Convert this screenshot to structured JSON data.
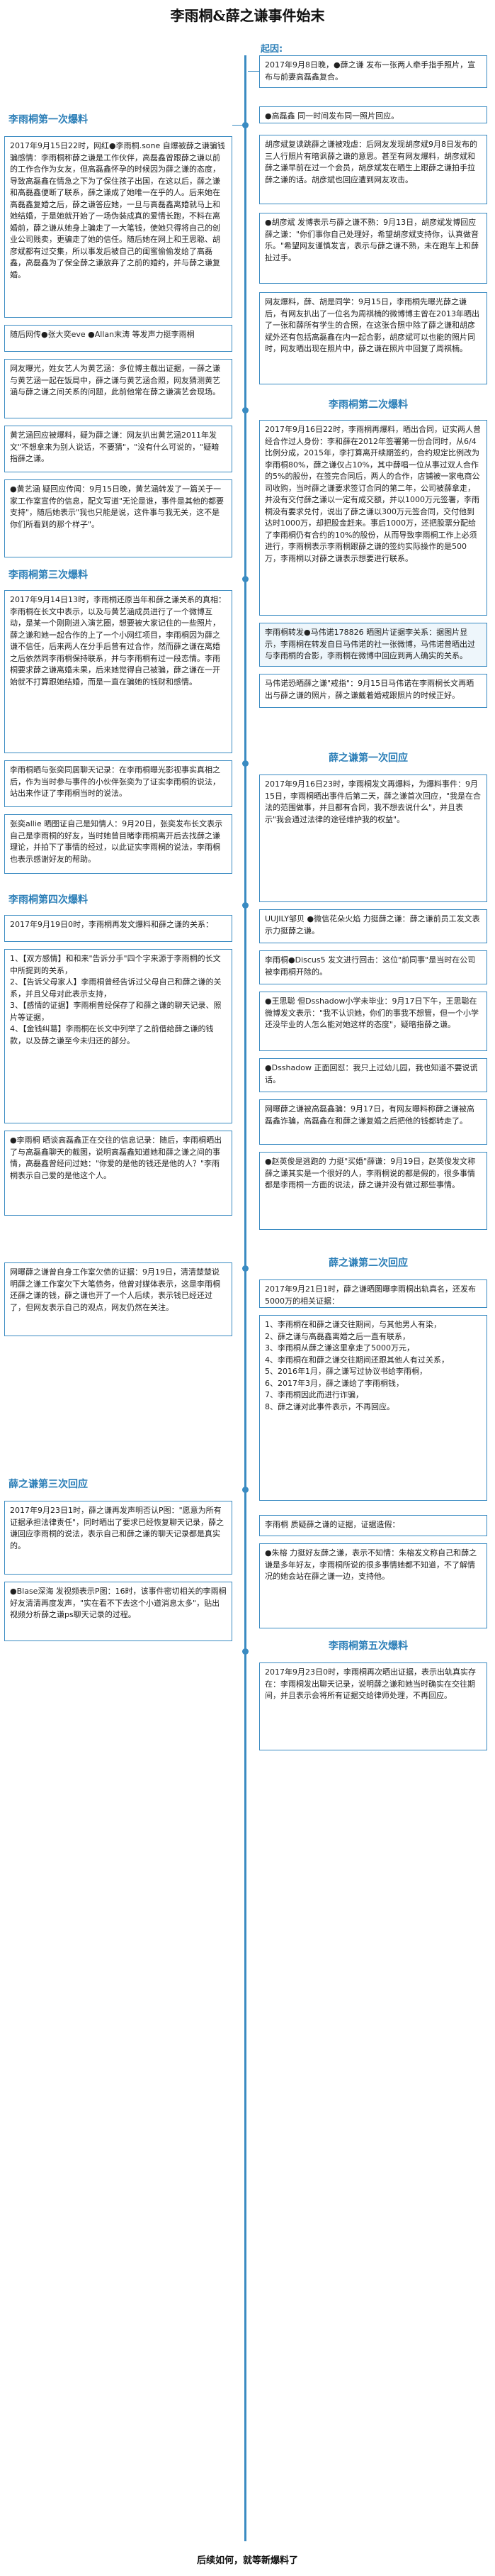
{
  "title": "李雨桐&薛之谦事件始末",
  "start_label": "起因:",
  "footer": "后续如何，就等新爆料了",
  "sections": {
    "s1": "李雨桐第一次爆料",
    "s2": "李雨桐第二次爆料",
    "s3": "李雨桐第三次爆料",
    "s4": "薛之谦第一次回应",
    "s5": "李雨桐第四次爆料",
    "s6": "薛之谦第二次回应",
    "s7": "薛之谦第三次回应",
    "s8": "李雨桐第五次爆料"
  },
  "cards": {
    "r1": "2017年9月8日晚，●薛之谦 发布一张两人牵手指手照片，宣布与前妻高磊鑫复合。",
    "r2": "●高磊鑫 同一时间发布同一照片回应。",
    "r3": "胡彦斌复读跳薛之谦被戏虐：后网友发现胡彦斌9月8日发布的三人行照片有暗讽薛之谦的意思。甚至有网友爆料，胡彦斌和薛之谦早前在过一个会员，胡彦斌发在晒生上跟薛之谦拍手拉薛之谦的话。胡彦斌也回应遭到网友攻击。",
    "r4": "●胡彦斌 发博表示与薛之谦不熟：9月13日，胡彦斌发博回应薛之谦：\"你们事你自己处理好，希望胡彦斌支持你，认真做音乐。\"希望网友谨慎发言，表示与薛之谦不熟，未在跑车上和薛扯过手。",
    "r5": "网友爆料，薛、胡是同学：9月15日，李雨桐先曝光薛之谦后，有网友扒出了一位名为周祺楠的微博博主曾在2013年晒出了一张和薛所有学生的合照，在这张合照中除了薛之谦和胡彦斌外还有包括高磊鑫在内一起合影，胡彦斌可以也能的照片同时，网友晒出现在照片中，薛之谦在照片中回复了周祺楠。",
    "r6": "2017年9月16日22时，李雨桐再爆料，晒出合同，证实两人曾经合作过人身份：李和薛在2012年签署第一份合同时，从6/4比例分成，2015年，李打算离开续期签约，合约规定比例改为李雨桐80%，薛之谦仅占10%，其中薛唱一位从事过双人合作的5%的股份，在签完合同后，两人的合作，店铺被一家电商公司收购，当时薛之谦要求签订合同的第二年，公司被薛拿走，并没有交付薛之谦以一定有成交额，并以1000万元签署，李雨桐没有要求兑付，说出了薛之谦以300万元签合同，交付他到达时1000万，却把股金赶来。事后1000万，还把股票分配给了李雨桐仍有合约的10%的股份，从而导致李雨桐工作上必须进行，李雨桐表示李雨桐跟薛之谦的签约实际操作的是500万，李雨桐以对薛之谦表示想要进行联系。",
    "r7": "李雨桐转发●马伟诺178826 晒图片证据李关系：据图片显示，李雨桐在转发自日马伟诺的社一张微博，马伟诺曾晒出过与李雨桐的合影，李雨桐在微博中回应到两人确实的关系。",
    "r8": "马伟诺恐晒薛之谦\"戒指\"：9月15日马伟诺在李雨桐长文再晒出与薛之谦的照片，薛之谦戴着婚戒跟照片的时候正好。",
    "l1": "2017年9月15日22时，网红●李雨桐.sone 自爆被薛之谦骗钱骗感情：李雨桐称薛之谦是工作伙伴，高磊鑫曾跟薛之谦以前的工作合作为女友，但高磊鑫怀孕的时候因为薛之谦的态度，导致高磊鑫在情急之下为了保住孩子出国，在这以后，薛之谦和高磊鑫便断了联系，薛之谦成了她唯一在乎的人。后来她在高磊鑫复婚之后，薛之谦答应她，一旦与高磊鑫离婚就马上和她结婚，于是她就开始了一场伪装成真的爱情长跑，不料在离婚前，薛之谦从她身上骗走了一大笔钱，使她只得将自己的创业公司贱卖，更骗走了她的信任。随后她在网上和王思聪、胡彦斌都有过交集，所以事发后被自己的闺蜜偷偷发给了高磊鑫，高磊鑫为了保全薛之谦放弃了之前的婚约，并与薛之谦复婚。",
    "l2": "随后网传●张大奕eve ●Allan末涛 等发声力挺李雨桐",
    "l3": "网友曝光，姓女艺人为黄艺涵：多位博主截出证据，一薛之谦与黄艺涵一起在饭局中，薛之谦与黄艺涵合照，网友猜测黄艺涵与薛之谦之间关系的问题，此前他常在薛之谦演艺会现场。",
    "l4": "黄艺涵回应被爆料，疑为薛之谦：网友扒出黄艺涵2011年发文\"不想拿来为别人说话，不要猜\"，\"没有什么可说的，\"疑暗指薛之谦。",
    "l5": "●黄艺涵 疑回应传闻：9月15日晚，黄艺涵转发了一篇关于一家工作室宣传的信息，配文写道\"无论是谁，事件是其他的都要支持\"，随后她表示\"我也只能是说，这件事与我无关，这不是你们所看到的那个样子\"。",
    "l6": "2017年9月14日13时，李雨桐还原当年和薛之谦关系的真相：李雨桐在长文中表示，以及与黄艺涵成员进行了一个微博互动，是某一个刚刚进入演艺圈，想要被大家记住的一些照片，薛之谦和她一起合作的上了一个小网红项目，李雨桐因为薛之谦不信任，后来两人在分手后曾有过合作，然而薛之谦在离婚之后依然同李雨桐保持联系，并与李雨桐有过一段恋情。李雨桐要求薛之谦离婚未果，后来她觉得自己被骗，薛之谦在一开始就不打算跟她结婚，而是一直在骗她的钱财和感情。",
    "l7": "李雨桐晒与张奕同居聊天记录：在李雨桐曝光影视事实真相之后，作为当时参与事件的小伙伴张奕为了证实李雨桐的说法，站出来作证了李雨桐当时的说法。",
    "l8": "张奕allie 晒图证自己是知情人：9月20日，张奕发布长文表示自己是李雨桐的好友，当时她曾目睹李雨桐离开后去找薛之谦理论，并拍下了事情的经过，以此证实李雨桐的说法，李雨桐也表示感谢好友的帮助。",
    "l9": "2017年9月19日0时，李雨桐再发文爆料和薛之谦的关系：",
    "l10": "1、【双方感情】和和来\"告诉分手\"四个字来源于李雨桐的长文中所提到的关系，\n2、【告诉父母家人】李雨桐曾经告诉过父母自己和薛之谦的关系，并且父母对此表示支持，\n3、【感情的证据】李雨桐曾经保存了和薛之谦的聊天记录、照片等证据，\n4、【金钱纠葛】李雨桐在长文中列举了之前借给薛之谦的钱款，以及薛之谦至今未归还的部分。",
    "l11": "●李雨桐 晒谈高磊鑫正在交往的信息记录：随后，李雨桐晒出了与高磊鑫聊天的截图，说明高磊鑫知道她和薛之谦之间的事情，高磊鑫曾经问过她：\"你爱的是他的钱还是他的人？\"李雨桐表示自己爱的是他这个人。",
    "l12": "网曝薛之谦曾自身工作室欠债的证据：9月19日，清清楚楚说明薛之谦工作室欠下大笔债务，他曾对媒体表示，这是李雨桐还薛之谦的钱，薛之谦也开了一个人后续，表示钱已经还过了，但网友表示自己的观点，网友仍然在关注。",
    "l13": "2017年9月23日1时，薛之谦再发声明否认P图：\"愿意为所有证据承担法律责任\"，同时晒出了要求已经恢复聊天记录，薛之谦回应李雨桐的说法，表示自己和薛之谦的聊天记录都是真实的。",
    "l14": "●Blase深海 发视频表示P图：16时，该事件密切相关的李雨桐好友清清再度发声，\"实在看不下去这个小道消息太多\"，贴出视频分析薛之谦ps聊天记录的过程。",
    "rr1": "2017年9月16日23时，李雨桐发文再爆料，为爆料事件：9月15日，李雨桐晒出事件后第二天，薛之谦首次回应，\"我是在合法的范围做事，并且都有合同，我不想去说什么\"，并且表示\"我会通过法律的途径维护我的权益\"。",
    "rr2": "UUJILY邹贝 ●微信花朵火焰 力挺薛之谦：薛之谦前员工发文表示力挺薛之谦。",
    "rr3": "李雨桐●Discus5 发文进行回击：这位\"前同事\"是当时在公司被李雨桐开除的。",
    "rr4": "●王思聪 但Dsshadow小学未毕业：9月17日下午，王思聪在微博发文表示：\"我不认识她，你们的事我不想管，但一个小学还没毕业的人怎么能对她这样的态度\"，疑暗指薛之谦。",
    "rr5": "●Dsshadow 正面回怼：我只上过幼儿园，我也知道不要说谎话。",
    "rr6": "网曝薛之谦被高磊鑫骗：9月17日，有网友曝料称薛之谦被高磊鑫诈骗，高磊鑫在和薛之谦复婚之后把他的钱都转走了。",
    "rr7": "●赵英俊是逃跑的 力挺\"买婚\"薛谦：9月19日，赵英俊发文称薛之谦其实是一个很好的人，李雨桐说的都是假的，很多事情都是李雨桐一方面的说法，薛之谦并没有做过那些事情。",
    "rr8": "2017年9月21日1时，薛之谦晒图曝李雨桐出轨真名，还发布5000万的相关证据：",
    "rr9": "1、李雨桐在和薛之谦交往期间，与其他男人有染，\n2、薛之谦与高磊鑫离婚之后一直有联系，\n3、李雨桐从薛之谦这里拿走了5000万元，\n4、李雨桐在和薛之谦交往期间还跟其他人有过关系，\n5、2016年1月，薛之谦写过协议书给李雨桐，\n6、2017年3月，薛之谦给了李雨桐钱，\n7、李雨桐因此而进行诈骗，\n8、薛之谦对此事件表示，不再回应。",
    "rr10": "李雨桐 质疑薛之谦的证据，证据造假：",
    "rr11": "●朱榕 力挺好友薛之谦，表示不知情：朱榕发文称自己和薛之谦是多年好友，李雨桐所说的很多事情她都不知道，不了解情况的她会站在薛之谦一边，支持他。",
    "rr12": "2017年9月23日0时，李雨桐再次晒出证据，表示出轨真实存在：李雨桐发出聊天记录，说明薛之谦和她当时确实在交往期间，并且表示会将所有证据交给律师处理，不再回应。"
  }
}
